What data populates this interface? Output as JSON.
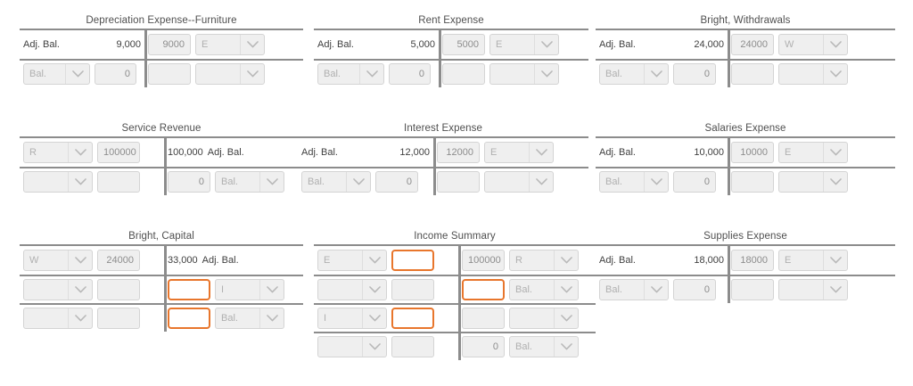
{
  "theme": {
    "rule_color": "#8c8c8c",
    "field_bg": "#efefef",
    "field_border": "#d4d4d4",
    "highlight_border": "#e8762c",
    "text_color": "#3f3f3f",
    "placeholder_color": "#b0b0b0"
  },
  "icons": {
    "chevron_down": "chevron-down-icon"
  },
  "labels": {
    "adj_bal": "Adj. Bal.",
    "bal": "Bal.",
    "zero": "0"
  },
  "accounts": [
    {
      "id": "depreciation-expense-furniture",
      "title": "Depreciation Expense--Furniture",
      "rows": [
        {
          "left": {
            "label": "Adj. Bal.",
            "amount": "9,000"
          },
          "right": {
            "fields": [
              {
                "type": "number",
                "value": "9000"
              },
              {
                "type": "select",
                "value": "E"
              }
            ]
          }
        },
        {
          "left": {
            "fields": [
              {
                "type": "select",
                "value": "Bal."
              },
              {
                "type": "number",
                "value": "0"
              }
            ]
          },
          "right": {
            "fields": [
              {
                "type": "number",
                "value": ""
              },
              {
                "type": "select",
                "value": ""
              }
            ]
          }
        }
      ]
    },
    {
      "id": "rent-expense",
      "title": "Rent Expense",
      "rows": [
        {
          "left": {
            "label": "Adj. Bal.",
            "amount": "5,000"
          },
          "right": {
            "fields": [
              {
                "type": "number",
                "value": "5000"
              },
              {
                "type": "select",
                "value": "E"
              }
            ]
          }
        },
        {
          "left": {
            "fields": [
              {
                "type": "select",
                "value": "Bal."
              },
              {
                "type": "number",
                "value": "0"
              }
            ]
          },
          "right": {
            "fields": [
              {
                "type": "number",
                "value": ""
              },
              {
                "type": "select",
                "value": ""
              }
            ]
          }
        }
      ]
    },
    {
      "id": "bright-withdrawals",
      "title": "Bright, Withdrawals",
      "rows": [
        {
          "left": {
            "label": "Adj. Bal.",
            "amount": "24,000"
          },
          "right": {
            "fields": [
              {
                "type": "number",
                "value": "24000"
              },
              {
                "type": "select",
                "value": "W"
              }
            ]
          }
        },
        {
          "left": {
            "fields": [
              {
                "type": "select",
                "value": "Bal."
              },
              {
                "type": "number",
                "value": "0"
              }
            ]
          },
          "right": {
            "fields": [
              {
                "type": "number",
                "value": ""
              },
              {
                "type": "select",
                "value": ""
              }
            ]
          }
        }
      ]
    },
    {
      "id": "service-revenue",
      "title": "Service Revenue",
      "rows": [
        {
          "left": {
            "fields": [
              {
                "type": "select",
                "value": "R"
              },
              {
                "type": "number",
                "value": "100000"
              }
            ]
          },
          "right": {
            "amount": "100,000",
            "label": "Adj. Bal."
          }
        },
        {
          "left": {
            "fields": [
              {
                "type": "select",
                "value": ""
              },
              {
                "type": "number",
                "value": ""
              }
            ]
          },
          "right": {
            "fields": [
              {
                "type": "number",
                "value": "0"
              },
              {
                "type": "select",
                "value": "Bal."
              }
            ]
          }
        }
      ]
    },
    {
      "id": "interest-expense",
      "title": "Interest Expense",
      "rows": [
        {
          "left": {
            "label": "Adj. Bal.",
            "amount": "12,000"
          },
          "right": {
            "fields": [
              {
                "type": "number",
                "value": "12000"
              },
              {
                "type": "select",
                "value": "E"
              }
            ]
          }
        },
        {
          "left": {
            "fields": [
              {
                "type": "select",
                "value": "Bal."
              },
              {
                "type": "number",
                "value": "0"
              }
            ]
          },
          "right": {
            "fields": [
              {
                "type": "number",
                "value": ""
              },
              {
                "type": "select",
                "value": ""
              }
            ]
          }
        }
      ]
    },
    {
      "id": "salaries-expense",
      "title": "Salaries Expense",
      "rows": [
        {
          "left": {
            "label": "Adj. Bal.",
            "amount": "10,000"
          },
          "right": {
            "fields": [
              {
                "type": "number",
                "value": "10000"
              },
              {
                "type": "select",
                "value": "E"
              }
            ]
          }
        },
        {
          "left": {
            "fields": [
              {
                "type": "select",
                "value": "Bal."
              },
              {
                "type": "number",
                "value": "0"
              }
            ]
          },
          "right": {
            "fields": [
              {
                "type": "number",
                "value": ""
              },
              {
                "type": "select",
                "value": ""
              }
            ]
          }
        }
      ]
    },
    {
      "id": "bright-capital",
      "title": "Bright, Capital",
      "rows": [
        {
          "left": {
            "fields": [
              {
                "type": "select",
                "value": "W"
              },
              {
                "type": "number",
                "value": "24000"
              }
            ]
          },
          "right": {
            "amount": "33,000",
            "label": "Adj. Bal."
          }
        },
        {
          "left": {
            "fields": [
              {
                "type": "select",
                "value": ""
              },
              {
                "type": "number",
                "value": ""
              }
            ]
          },
          "right": {
            "fields": [
              {
                "type": "number",
                "value": "",
                "highlight": true
              },
              {
                "type": "select",
                "value": "I"
              }
            ]
          }
        },
        {
          "left": {
            "fields": [
              {
                "type": "select",
                "value": ""
              },
              {
                "type": "number",
                "value": ""
              }
            ]
          },
          "right": {
            "fields": [
              {
                "type": "number",
                "value": "",
                "highlight": true
              },
              {
                "type": "select",
                "value": "Bal."
              }
            ]
          }
        }
      ]
    },
    {
      "id": "income-summary",
      "title": "Income Summary",
      "rows": [
        {
          "left": {
            "fields": [
              {
                "type": "select",
                "value": "E"
              },
              {
                "type": "number",
                "value": "",
                "highlight": true
              }
            ]
          },
          "right": {
            "fields": [
              {
                "type": "number",
                "value": "100000"
              },
              {
                "type": "select",
                "value": "R"
              }
            ]
          }
        },
        {
          "left": {
            "fields": [
              {
                "type": "select",
                "value": ""
              },
              {
                "type": "number",
                "value": ""
              }
            ]
          },
          "right": {
            "fields": [
              {
                "type": "number",
                "value": "",
                "highlight": true
              },
              {
                "type": "select",
                "value": "Bal."
              }
            ]
          }
        },
        {
          "left": {
            "fields": [
              {
                "type": "select",
                "value": "I"
              },
              {
                "type": "number",
                "value": "",
                "highlight": true
              }
            ]
          },
          "right": {
            "fields": [
              {
                "type": "number",
                "value": ""
              },
              {
                "type": "select",
                "value": ""
              }
            ]
          }
        },
        {
          "left": {
            "fields": [
              {
                "type": "select",
                "value": ""
              },
              {
                "type": "number",
                "value": ""
              }
            ]
          },
          "right": {
            "fields": [
              {
                "type": "number",
                "value": "0"
              },
              {
                "type": "select",
                "value": "Bal."
              }
            ]
          }
        }
      ]
    },
    {
      "id": "supplies-expense",
      "title": "Supplies Expense",
      "rows": [
        {
          "left": {
            "label": "Adj. Bal.",
            "amount": "18,000"
          },
          "right": {
            "fields": [
              {
                "type": "number",
                "value": "18000"
              },
              {
                "type": "select",
                "value": "E"
              }
            ]
          }
        },
        {
          "left": {
            "fields": [
              {
                "type": "select",
                "value": "Bal."
              },
              {
                "type": "number",
                "value": "0"
              }
            ]
          },
          "right": {
            "fields": [
              {
                "type": "number",
                "value": ""
              },
              {
                "type": "select",
                "value": ""
              }
            ]
          }
        }
      ]
    }
  ]
}
